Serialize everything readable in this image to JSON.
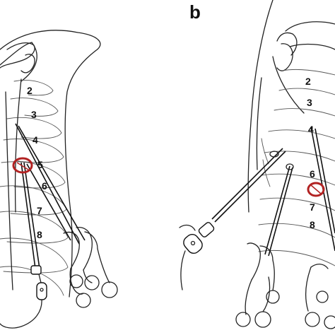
{
  "panels": [
    {
      "id": "a",
      "label": "",
      "rib_numbers": [
        "2",
        "3",
        "4",
        "5",
        "6",
        "7",
        "8"
      ],
      "marker_color": "#b22222"
    },
    {
      "id": "b",
      "label": "b",
      "rib_numbers": [
        "2",
        "3",
        "4",
        "6",
        "7",
        "8"
      ],
      "marker_color": "#b22222"
    }
  ]
}
